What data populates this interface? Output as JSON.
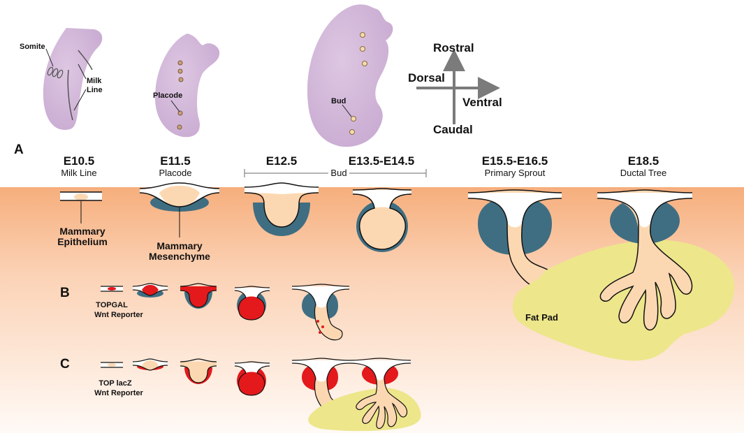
{
  "panel_labels": {
    "a": "A",
    "b": "B",
    "c": "C"
  },
  "embryo_labels": {
    "somite": "Somite",
    "milk": "Milk",
    "line": "Line",
    "placode": "Placode",
    "bud": "Bud"
  },
  "axes": {
    "rostral": "Rostral",
    "dorsal": "Dorsal",
    "ventral": "Ventral",
    "caudal": "Caudal"
  },
  "stages": [
    {
      "day": "E10.5",
      "name": "Milk Line"
    },
    {
      "day": "E11.5",
      "name": "Placode"
    },
    {
      "day": "E12.5",
      "name": ""
    },
    {
      "day": "E13.5-E14.5",
      "name": ""
    },
    {
      "day": "E15.5-E16.5",
      "name": "Primary Sprout"
    },
    {
      "day": "E18.5",
      "name": "Ductal Tree"
    }
  ],
  "bud_bracket_label": "Bud",
  "tissue_labels": {
    "epithelium_1": "Mammary",
    "epithelium_2": "Epithelium",
    "mesenchyme_1": "Mammary",
    "mesenchyme_2": "Mesenchyme",
    "fat_pad": "Fat Pad"
  },
  "reporters": {
    "b_1": "TOPGAL",
    "b_2": "Wnt Reporter",
    "c_1": "TOP lacZ",
    "c_2": "Wnt Reporter"
  },
  "colors": {
    "embryo": "#c9acd2",
    "epithelium": "#fcd8b2",
    "mesenchyme": "#3f6e82",
    "wnt": "#e3191c",
    "fat_pad": "#ede68b",
    "skin_top": "#f6b07e"
  }
}
